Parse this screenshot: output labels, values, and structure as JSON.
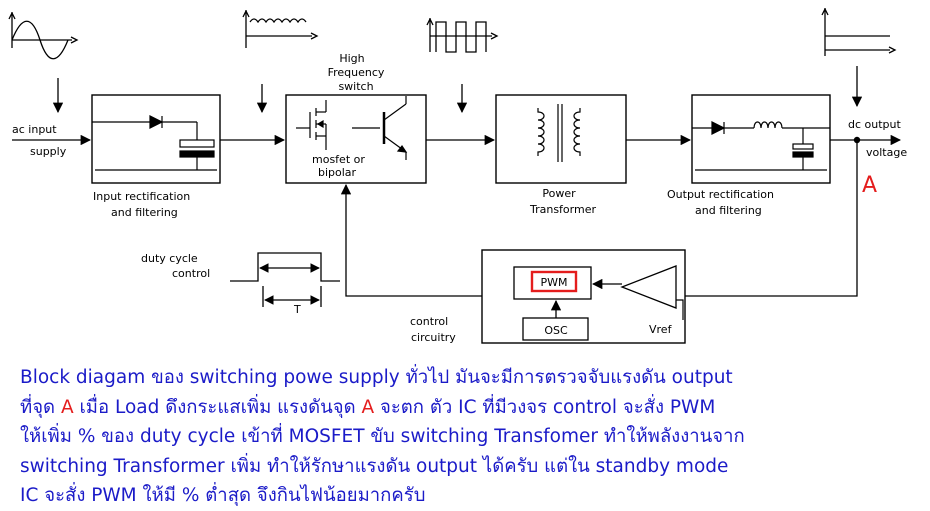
{
  "diagram": {
    "labels": {
      "ac_input": "ac input",
      "supply": "supply",
      "input_block_line1": "Input rectification",
      "input_block_line2": "and filtering",
      "switch_title_line1": "High",
      "switch_title_line2": "Frequency",
      "switch_title_line3": "switch",
      "mosfet_line1": "mosfet or",
      "mosfet_line2": "bipolar",
      "transformer_line1": "Power",
      "transformer_line2": "Transformer",
      "output_block_line1": "Output rectification",
      "output_block_line2": "and filtering",
      "dc_output": "dc output",
      "voltage": "voltage",
      "point_a": "A",
      "duty_line1": "duty cycle",
      "duty_line2": "control",
      "period": "T",
      "pwm": "PWM",
      "osc": "OSC",
      "vref": "Vref",
      "control_line1": "control",
      "control_line2": "circuitry"
    },
    "colors": {
      "line": "#000000",
      "highlight": "#e41d1d",
      "caption_text": "#1b1bc8"
    }
  },
  "caption": {
    "line1": "Block diagam ของ switching powe supply ทั่วไป  มันจะมีการตรวจจับแรงดัน output",
    "line2_a": "ที่จุด ",
    "line2_b": "A",
    "line2_c": "  เมื่อ Load ดึงกระแสเพิ่ม แรงดันจุด ",
    "line2_d": "A",
    "line2_e": " จะตก  ตัว IC ที่มีวงจร control จะสั่ง PWM",
    "line3": "ให้เพิ่ม % ของ duty cycle เข้าที่ MOSFET ขับ switching Transfomer  ทำให้พลังงานจาก",
    "line4": "switching Transformer เพิ่ม ทำให้รักษาแรงดัน output ได้ครับ  แต่ใน standby mode",
    "line5": "IC จะสั่ง PWM ให้มี % ต่ำสุด  จึงกินไฟน้อยมากครับ"
  }
}
